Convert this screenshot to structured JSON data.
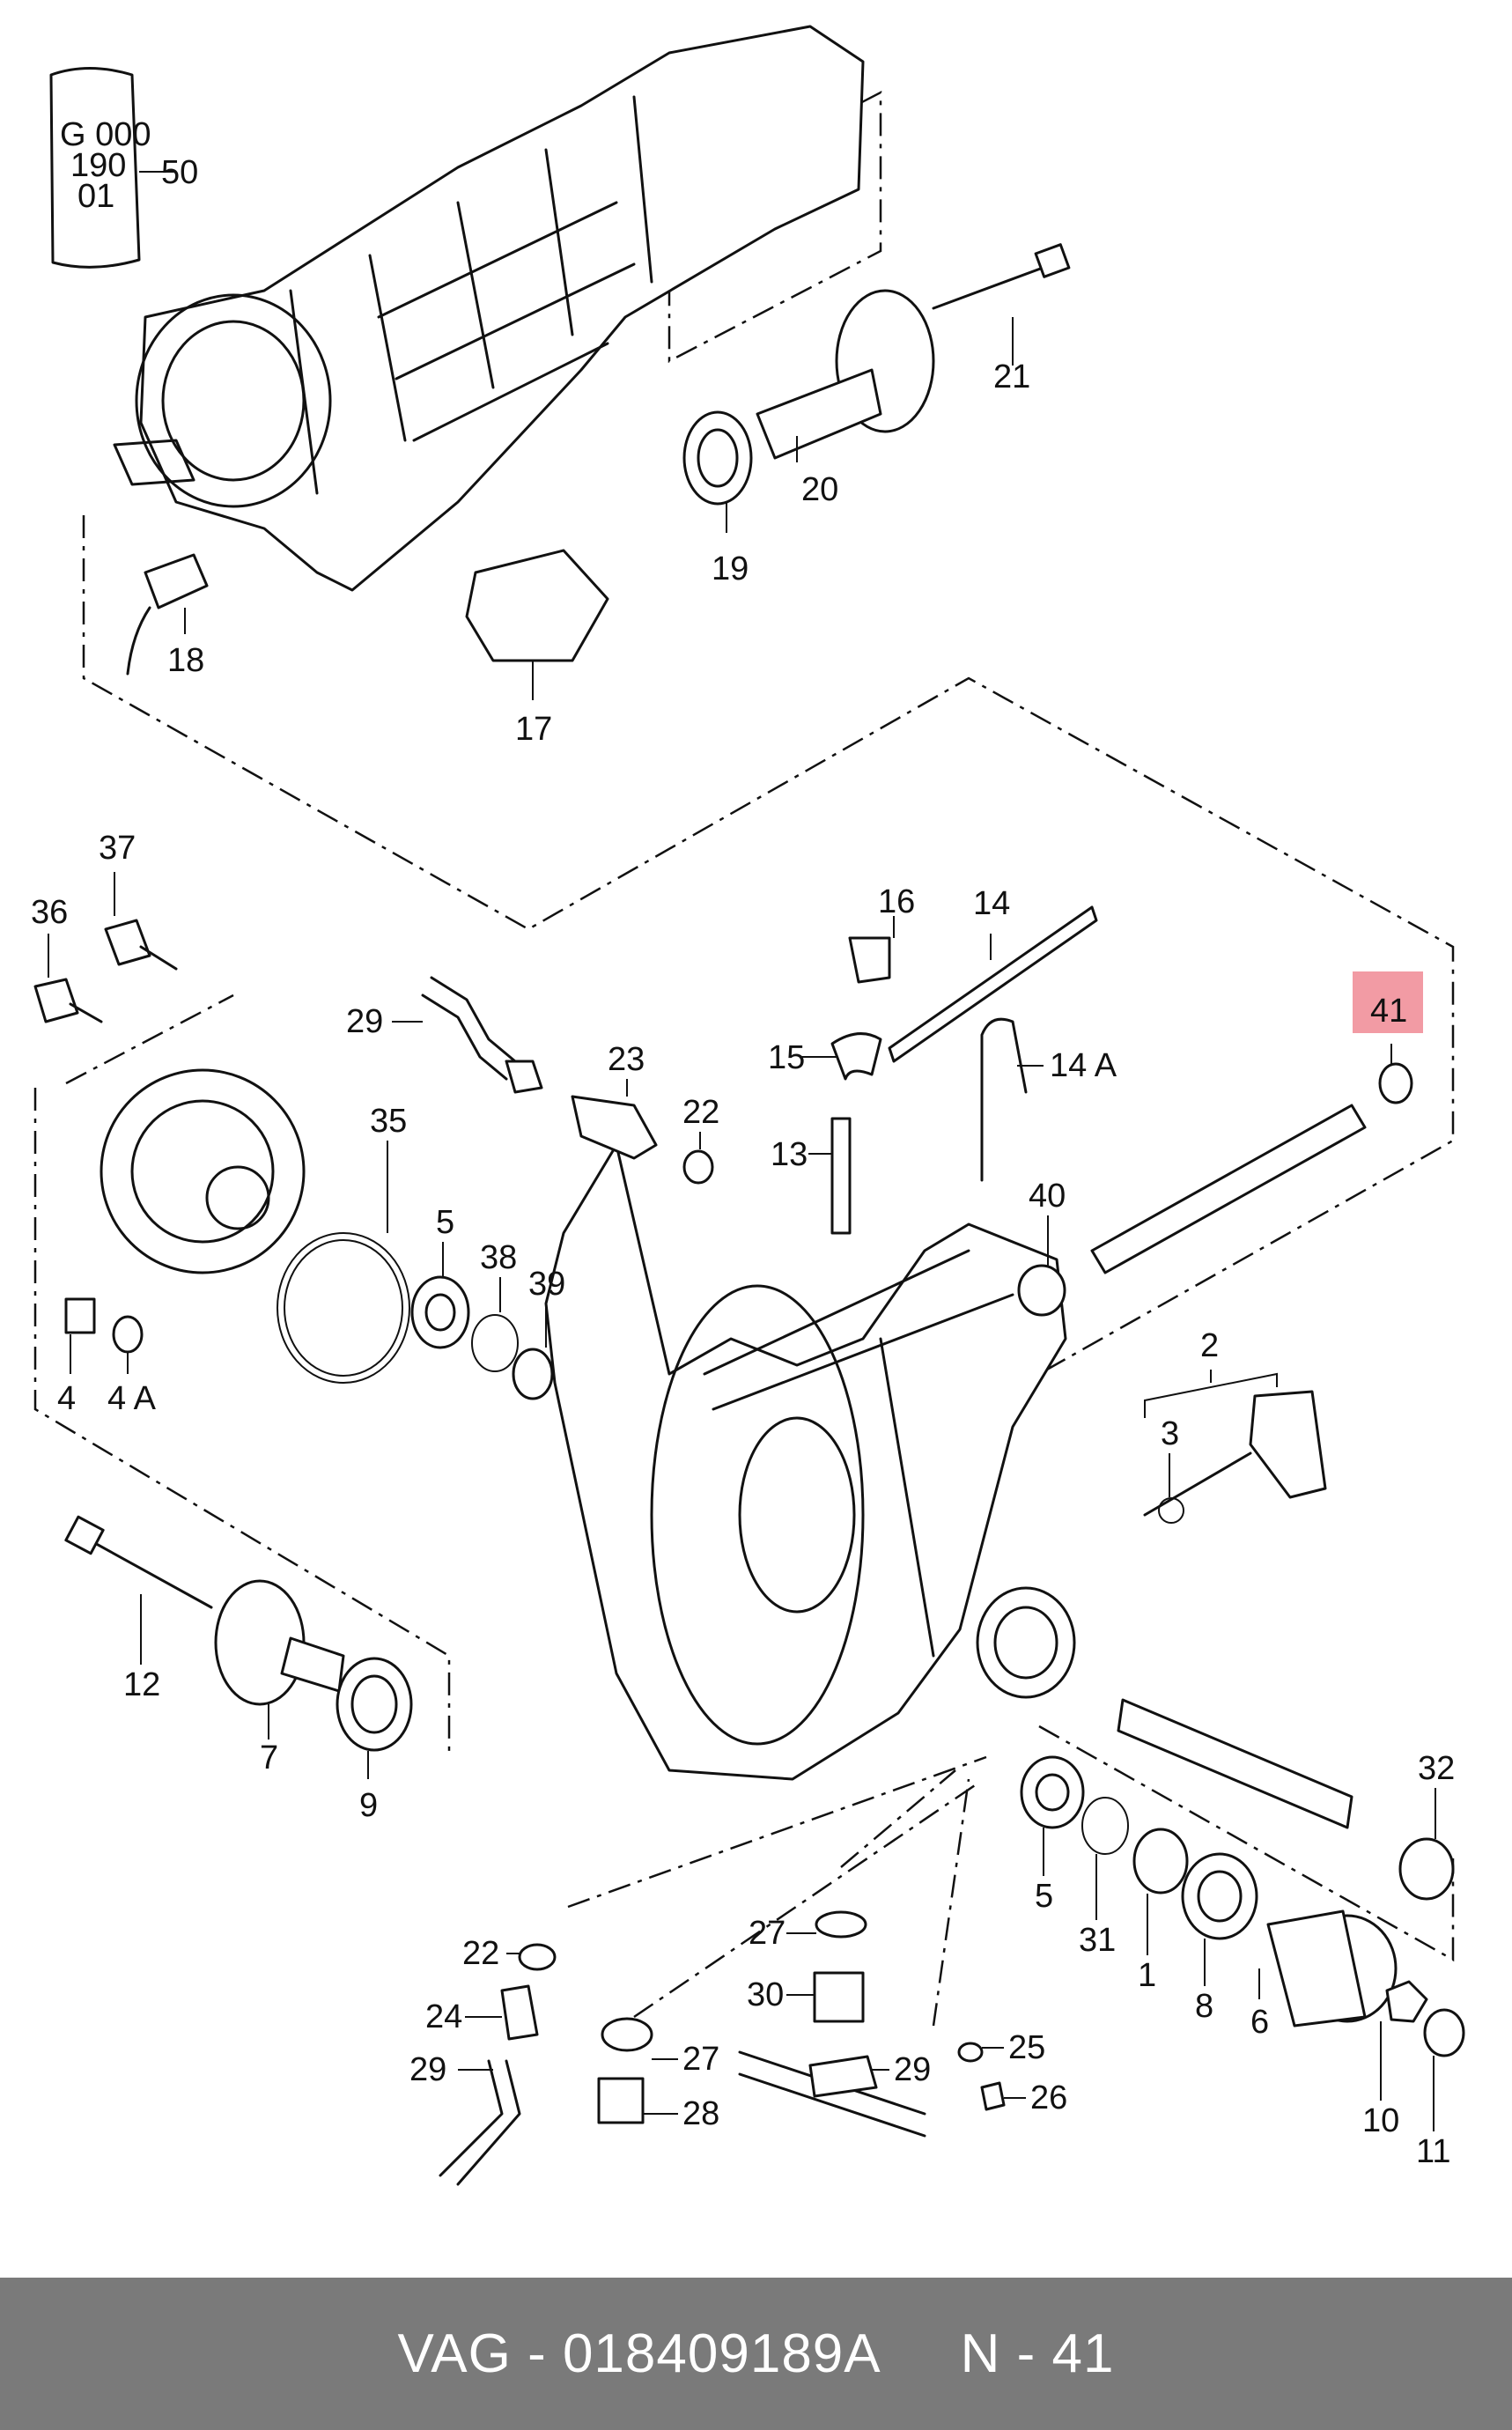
{
  "sachet": {
    "lines": [
      "G 000",
      "190",
      "01"
    ]
  },
  "labels": {
    "p50": "50",
    "p21": "21",
    "p20": "20",
    "p19": "19",
    "p18": "18",
    "p17": "17",
    "p37": "37",
    "p36": "36",
    "p16": "16",
    "p14": "14",
    "p15": "15",
    "p14a": "14 A",
    "p13": "13",
    "p41": "41",
    "p29a": "29",
    "p23": "23",
    "p22a": "22",
    "p35": "35",
    "p5a": "5",
    "p38": "38",
    "p39": "39",
    "p40": "40",
    "p4": "4",
    "p4a": "4 A",
    "p2": "2",
    "p3": "3",
    "p12": "12",
    "p7": "7",
    "p9": "9",
    "p32": "32",
    "p5b": "5",
    "p31": "31",
    "p1": "1",
    "p8": "8",
    "p6": "6",
    "p10": "10",
    "p11": "11",
    "p22b": "22",
    "p24": "24",
    "p29b": "29",
    "p27a": "27",
    "p28": "28",
    "p27b": "27",
    "p30": "30",
    "p29c": "29",
    "p25": "25",
    "p26": "26"
  },
  "highlight": {
    "part": "41",
    "color": "#f08a94"
  },
  "footer": {
    "brand_part": "VAG - 018409189A",
    "position": "N - 41"
  }
}
